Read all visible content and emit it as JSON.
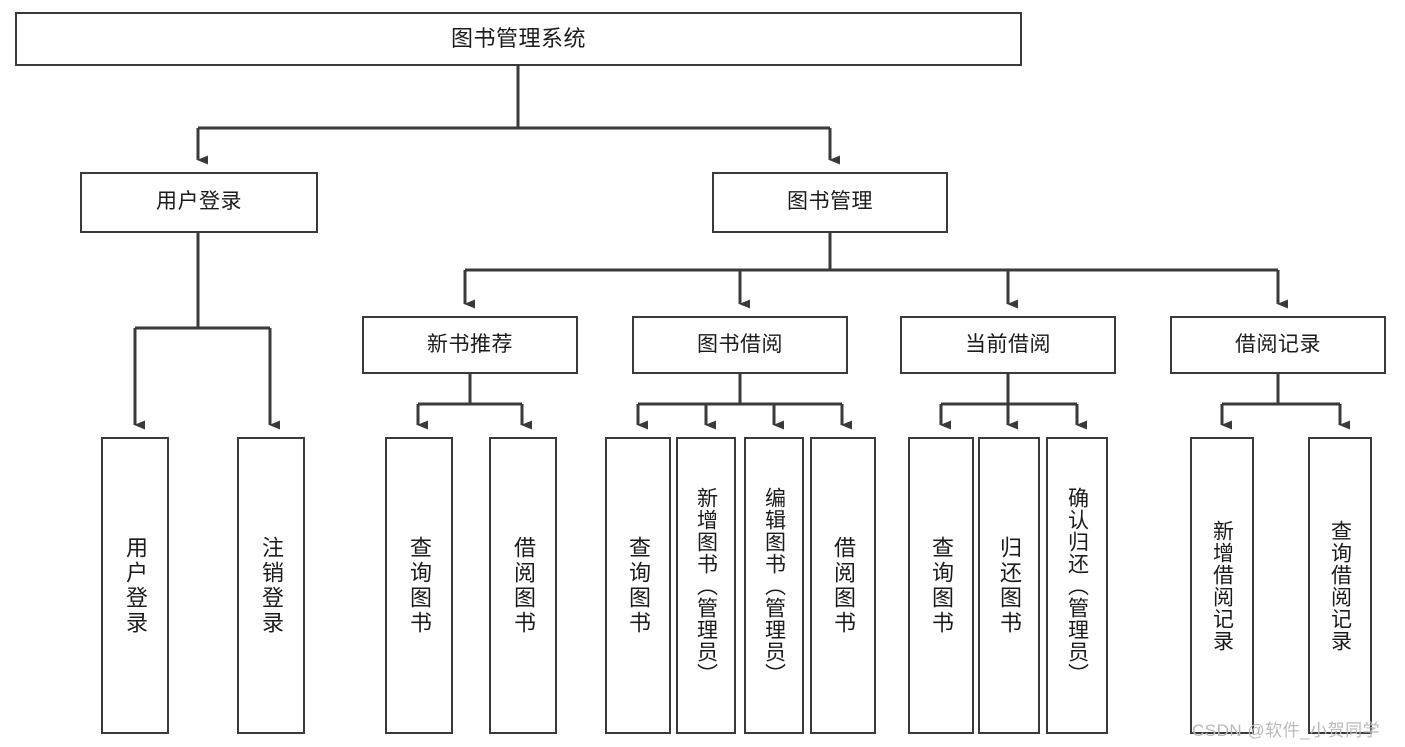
{
  "diagram": {
    "type": "tree-hierarchy",
    "title": "图书管理系统",
    "levels": 4,
    "root": {
      "id": "root",
      "label": "图书管理系统",
      "orientation": "horizontal"
    },
    "level2": [
      {
        "id": "user-login",
        "label": "用户登录",
        "orientation": "horizontal"
      },
      {
        "id": "book-management",
        "label": "图书管理",
        "orientation": "horizontal"
      }
    ],
    "level3": [
      {
        "id": "new-book-recommend",
        "label": "新书推荐",
        "parent": "book-management",
        "orientation": "horizontal"
      },
      {
        "id": "book-borrow",
        "label": "图书借阅",
        "parent": "book-management",
        "orientation": "horizontal"
      },
      {
        "id": "current-borrow",
        "label": "当前借阅",
        "parent": "book-management",
        "orientation": "horizontal"
      },
      {
        "id": "borrow-record",
        "label": "借阅记录",
        "parent": "book-management",
        "orientation": "horizontal"
      }
    ],
    "leaves": [
      {
        "id": "leaf-user-login",
        "label": "用户登录",
        "parent": "user-login",
        "orientation": "vertical"
      },
      {
        "id": "leaf-logout-login",
        "label": "注销登录",
        "parent": "user-login",
        "orientation": "vertical"
      },
      {
        "id": "leaf-query-book-1",
        "label": "查询图书",
        "parent": "new-book-recommend",
        "orientation": "vertical"
      },
      {
        "id": "leaf-borrow-book-1",
        "label": "借阅图书",
        "parent": "new-book-recommend",
        "orientation": "vertical"
      },
      {
        "id": "leaf-query-book-2",
        "label": "查询图书",
        "parent": "book-borrow",
        "orientation": "vertical"
      },
      {
        "id": "leaf-add-book",
        "label": "新增图书（管理员）",
        "parent": "book-borrow",
        "orientation": "vertical"
      },
      {
        "id": "leaf-edit-book",
        "label": "编辑图书（管理员）",
        "parent": "book-borrow",
        "orientation": "vertical"
      },
      {
        "id": "leaf-borrow-book-2",
        "label": "借阅图书",
        "parent": "book-borrow",
        "orientation": "vertical"
      },
      {
        "id": "leaf-query-book-3",
        "label": "查询图书",
        "parent": "current-borrow",
        "orientation": "vertical"
      },
      {
        "id": "leaf-return-book",
        "label": "归还图书",
        "parent": "current-borrow",
        "orientation": "vertical"
      },
      {
        "id": "leaf-confirm-return",
        "label": "确认归还（管理员）",
        "parent": "current-borrow",
        "orientation": "vertical"
      },
      {
        "id": "leaf-add-record",
        "label": "新增借阅记录",
        "parent": "borrow-record",
        "orientation": "vertical"
      },
      {
        "id": "leaf-query-record",
        "label": "查询借阅记录",
        "parent": "borrow-record",
        "orientation": "vertical"
      }
    ],
    "colors": {
      "stroke": "#3a3a3a",
      "fill": "#ffffff",
      "text": "#1b1b1b",
      "watermark": "#b9b9b9"
    }
  },
  "watermark": {
    "text": "CSDN @软件_小贺同学"
  }
}
